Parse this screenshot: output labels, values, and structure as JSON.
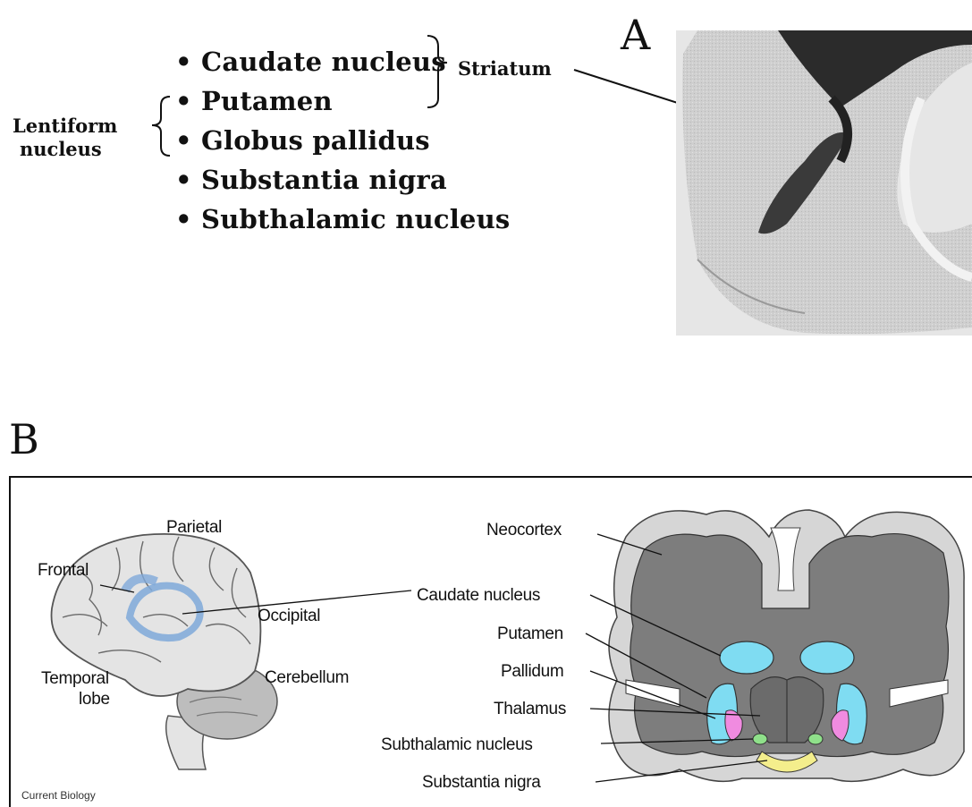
{
  "panel_a": {
    "letter": "A",
    "list": [
      "Caudate nucleus",
      "Putamen",
      "Globus pallidus",
      "Substantia nigra",
      "Subthalamic nucleus"
    ],
    "bullet": "•",
    "lentiform_label_line1": "Lentiform",
    "lentiform_label_line2": "nucleus",
    "striatum_label": "Striatum"
  },
  "panel_b": {
    "letter": "B",
    "lobe_labels": {
      "parietal": "Parietal",
      "frontal": "Frontal",
      "occipital": "Occipital",
      "temporal_line1": "Temporal",
      "temporal_line2": "lobe",
      "cerebellum": "Cerebellum"
    },
    "structure_labels": {
      "neocortex": "Neocortex",
      "caudate": "Caudate nucleus",
      "putamen": "Putamen",
      "pallidum": "Pallidum",
      "thalamus": "Thalamus",
      "subthalamic": "Subthalamic nucleus",
      "nigra": "Substantia nigra"
    },
    "credit": "Current Biology"
  },
  "colors": {
    "caudate_putamen": "#7fdcf2",
    "pallidum": "#f08be0",
    "subthalamic": "#8fe08a",
    "nigra": "#f4ee8c",
    "white_matter_outer": "#d6d6d6",
    "gray_matter": "#7d7d7d",
    "brain_surface": "#e4e4e4",
    "highlight_blue": "#7fa9d9"
  }
}
